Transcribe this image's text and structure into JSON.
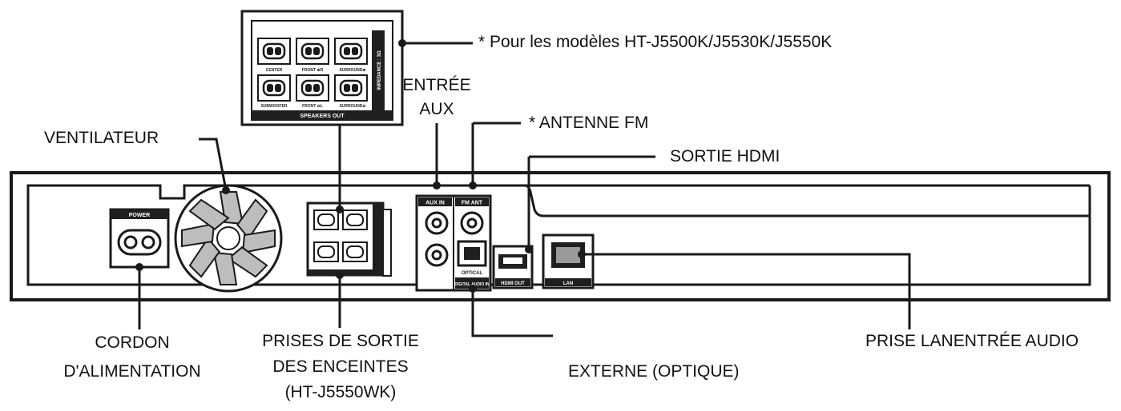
{
  "callouts": {
    "models_note": "* Pour les modèles HT-J5500K/J5530K/J5550K",
    "aux_in_line1": "ENTRÉE",
    "aux_in_line2": "AUX",
    "fm_antenna": "* ANTENNE FM",
    "fan": "VENTILATEUR",
    "hdmi_out": "SORTIE HDMI",
    "power_cord_line1": "CORDON",
    "power_cord_line2": "D'ALIMENTATION",
    "speaker_out_line1": "PRISES DE SORTIE",
    "speaker_out_line2": "DES ENCEINTES",
    "speaker_out_line3": "(HT-J5550WK)",
    "optical_line2": "EXTERNE (OPTIQUE)",
    "lan_and_audio": "PRISE LANENTRÉE AUDIO"
  },
  "panel_labels": {
    "power": "POWER",
    "aux_in": "AUX IN",
    "fm_ant": "FM ANT",
    "optical": "OPTICAL",
    "digital_audio_in": "DIGITAL AUDIO IN",
    "hdmi_out": "HDMI OUT",
    "lan": "LAN",
    "speakers_out": "SPEAKERS OUT",
    "impedance": "IMPEDANCE : 3Ω",
    "center": "CENTER",
    "front_r": "FRONT ⊕R",
    "surround_r": "SURROUND⊕",
    "subwoofer": "SUBWOOFER",
    "front_l": "FRONT ⊖L",
    "surround_l": "SURROUND⊖"
  },
  "colors": {
    "line": "#1a1a1a",
    "label_bar": "#1f1f1f",
    "fan_fill": "#bdbdbd",
    "panel_fill": "#ffffff"
  }
}
